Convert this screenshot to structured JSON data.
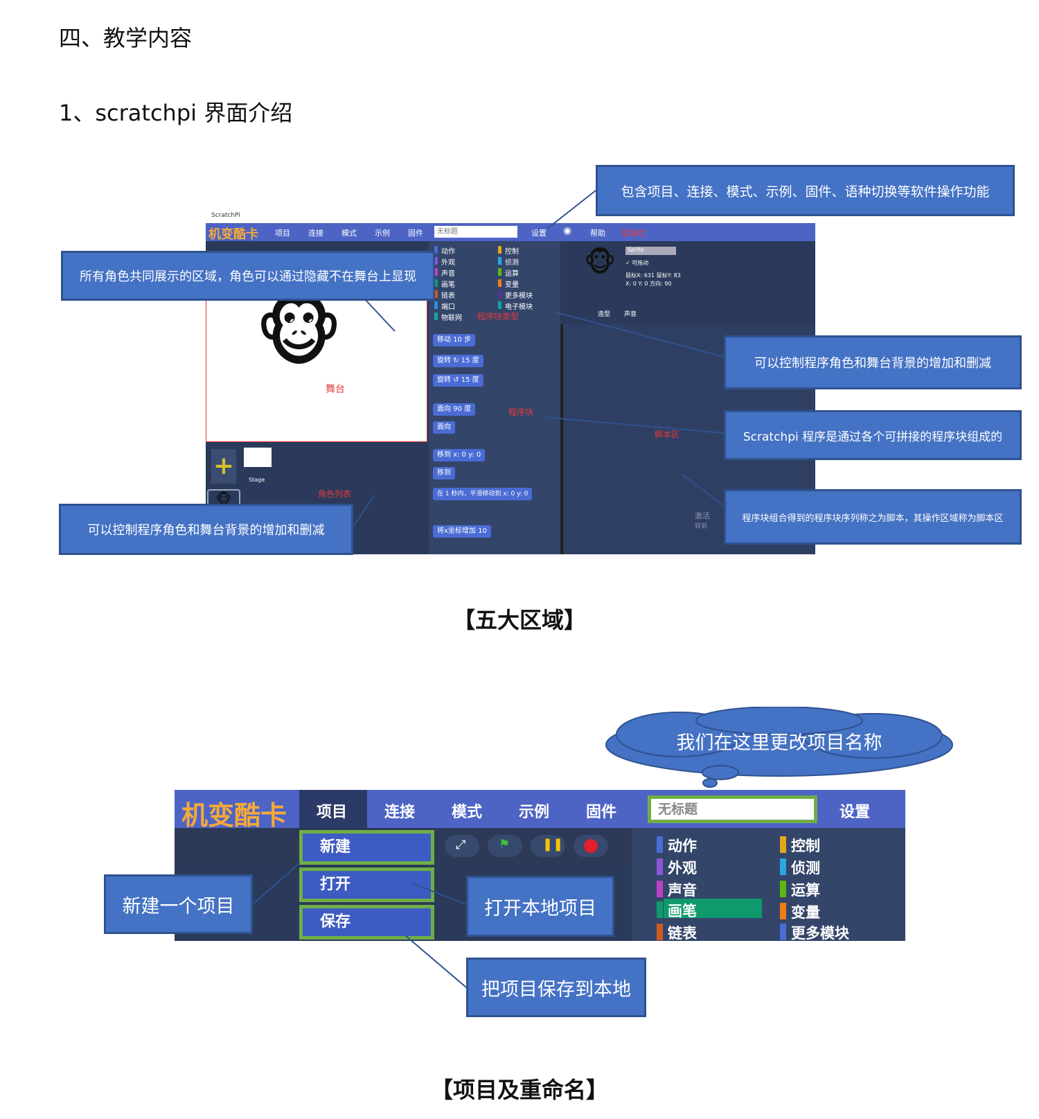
{
  "heading": "四、教学内容",
  "subheading": "1、scratchpi 界面介绍",
  "figure1": {
    "app_name": "ScratchPi",
    "logo": "机变酷卡",
    "menu": [
      "项目",
      "连接",
      "模式",
      "示例",
      "固件"
    ],
    "title_placeholder": "无标题",
    "settings": "设置",
    "help": "帮助",
    "menubar_label": "菜单栏",
    "categories_left": [
      "动作",
      "外观",
      "声音",
      "画笔",
      "链表",
      "端口",
      "物联网"
    ],
    "categories_right": [
      "控制",
      "侦测",
      "运算",
      "变量",
      "更多模块",
      "电子模块"
    ],
    "palette_label": "程序块类型",
    "blocks": [
      "移动 10 步",
      "旋转 ↻ 15 度",
      "旋转 ↺ 15 度",
      "面向 90 度",
      "面向",
      "移到 x: 0 y: 0",
      "移到",
      "在 1 秒内，平滑移动到 x: 0 y: 0",
      "将x坐标增加 10"
    ],
    "blocks_label": "程序块",
    "script_label": "脚本区",
    "stage_label": "舞台",
    "sprites_label": "角色列表",
    "stage_thumb": "Stage",
    "sprite_name": "Sprite",
    "sprite_draggable": "✓ 可拖动",
    "sprite_info1": "鼠标X: 631   鼠标Y: 83",
    "sprite_info2": "X: 0   Y: 0   方向: 90",
    "sprite_tabs": [
      "造型",
      "声音"
    ],
    "activate_hint1": "激活",
    "activate_hint2": "转到",
    "callouts": {
      "top": "包含项目、连接、模式、示例、固件、语种切换等软件操作功能",
      "stage": "所有角色共同展示的区域，角色可以通过隐藏不在舞台上显现",
      "right1": "可以控制程序角色和舞台背景的增加和删减",
      "right2": "Scratchpi 程序是通过各个可拼接的程序块组成的",
      "right3": "程序块组合得到的程序块序列称之为脚本，其操作区域称为脚本区",
      "bottom_left": "可以控制程序角色和舞台背景的增加和删减"
    },
    "caption": "【五大区域】"
  },
  "figure2": {
    "cloud": "我们在这里更改项目名称",
    "logo": "机变酷卡",
    "menu": [
      "项目",
      "连接",
      "模式",
      "示例",
      "固件"
    ],
    "title_placeholder": "无标题",
    "settings": "设置",
    "dropdown": [
      "新建",
      "打开",
      "保存"
    ],
    "categories_left": [
      "动作",
      "外观",
      "声音",
      "画笔",
      "链表"
    ],
    "categories_right": [
      "控制",
      "侦测",
      "运算",
      "变量",
      "更多模块"
    ],
    "callouts": {
      "new": "新建一个项目",
      "open": "打开本地项目",
      "save": "把项目保存到本地"
    },
    "caption": "【项目及重命名】"
  },
  "colors": {
    "callout": "#4472c4",
    "menubar": "#4d64c5",
    "logo": "#f4a93a",
    "highlight": "#70ad47",
    "annotation": "#e43a3a"
  }
}
